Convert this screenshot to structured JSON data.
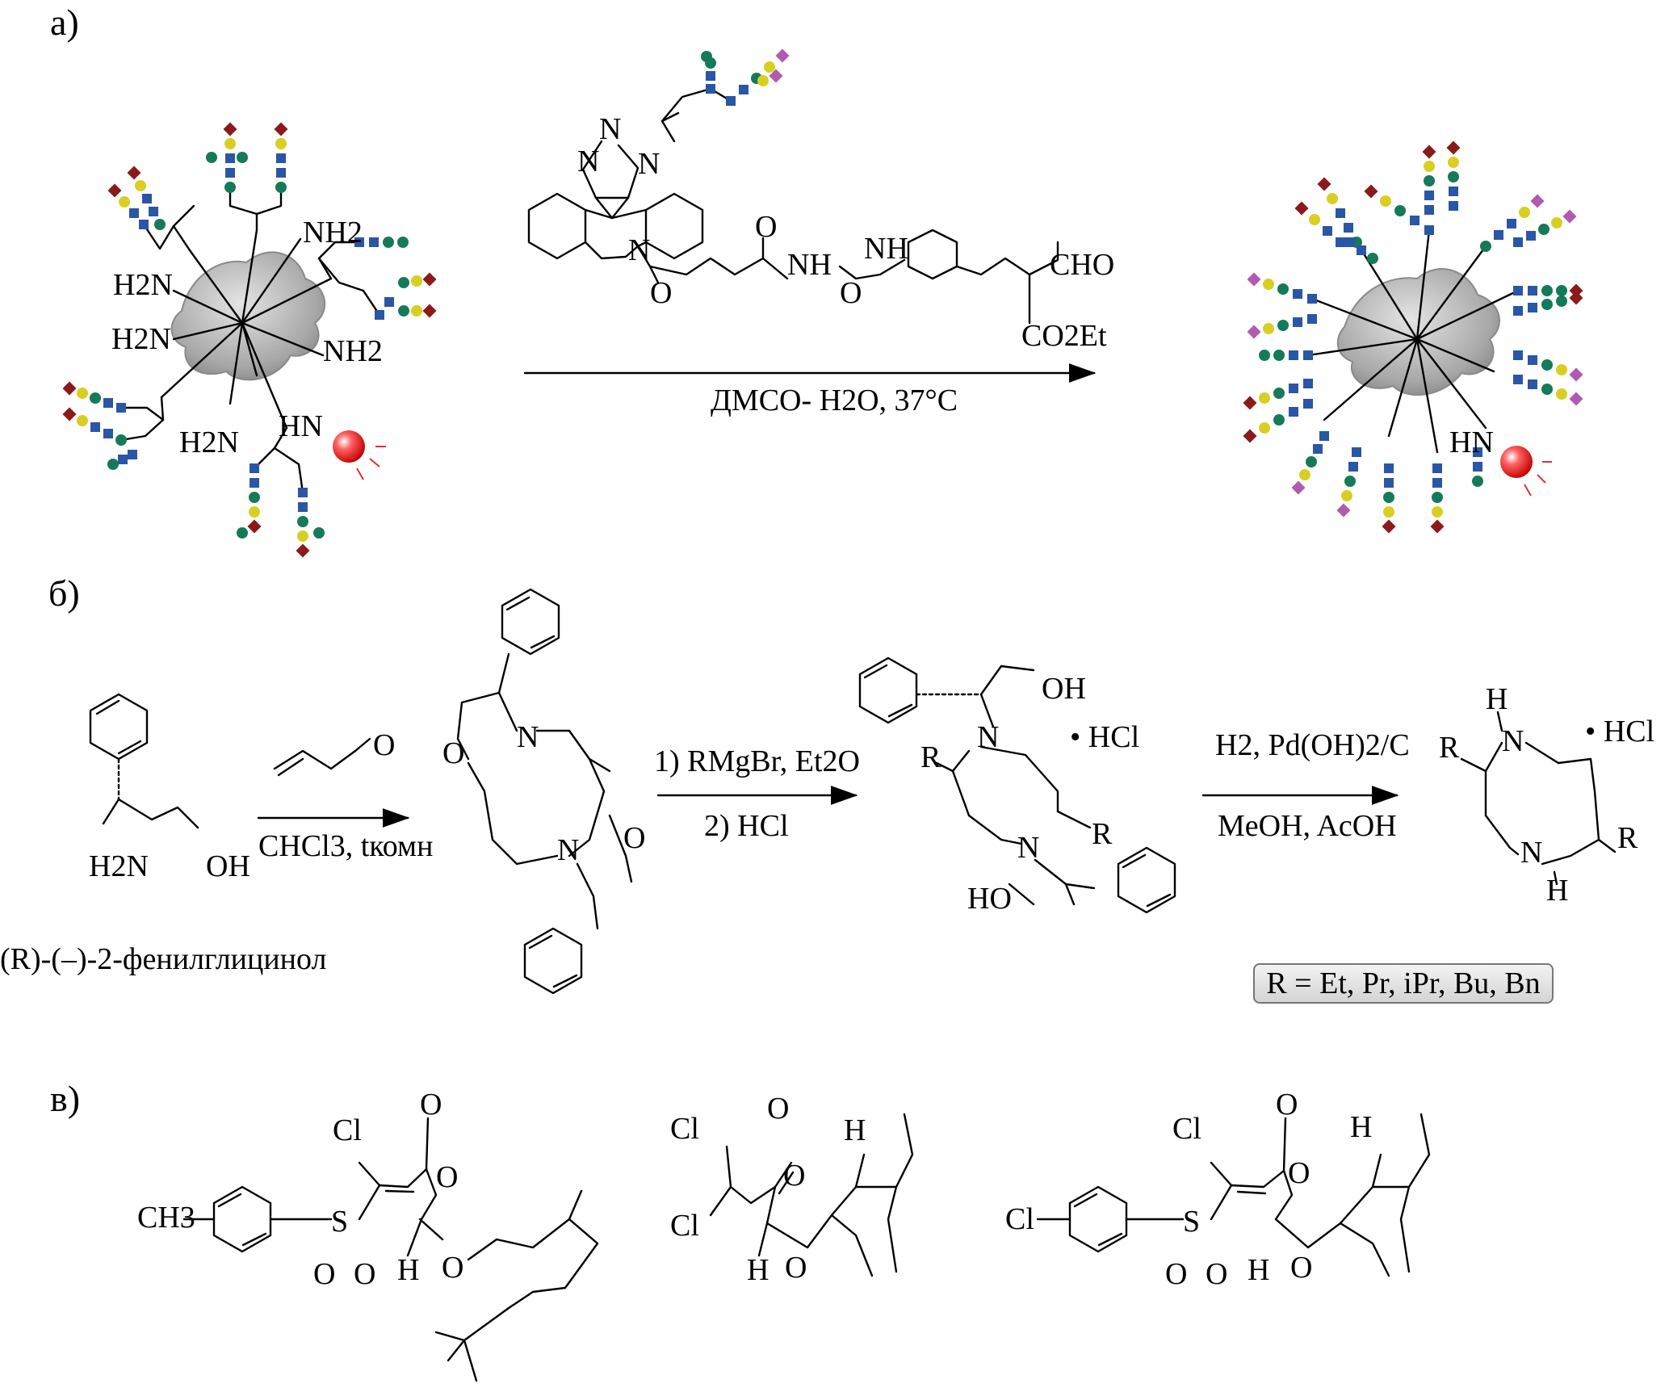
{
  "sections": {
    "a": "а)",
    "b": "б)",
    "c": "в)"
  },
  "scheme_a": {
    "reagent_labels": {
      "n1": "N",
      "n2": "N",
      "n3": "N",
      "n_amide": "N",
      "o_ketone": "O",
      "o_amide1": "O",
      "nh1": "NH",
      "o_amide2": "O",
      "nh2": "NH",
      "cho": "CHO",
      "co2et": "CO2Et"
    },
    "conditions": "ДМСО- H2O, 37°C",
    "amine_labels": [
      "NH2",
      "H2N",
      "H2N",
      "NH2",
      "H2N",
      "HN"
    ],
    "product_labels": [
      "HN"
    ],
    "colors": {
      "protein": "#aaaaaa",
      "glc_blue": "#2a56a6",
      "man_green": "#157a5a",
      "gal_yellow": "#d8cf22",
      "sia_red": "#8b1a1a",
      "sia_purple": "#b05ab0",
      "dye": "#e02020"
    }
  },
  "scheme_b": {
    "start_labels": {
      "h2n": "H2N",
      "oh": "OH"
    },
    "start_name": "(R)-(–)-2-фенилглицинол",
    "step1_top": "O",
    "step1_bottom": "CHCl3, tкомн",
    "intermediate_labels": {
      "o1": "O",
      "n1": "N",
      "n2": "N",
      "o2": "O"
    },
    "step2_top": "1) RMgBr,  Et2O",
    "step2_bottom": "2) HCl",
    "product2_labels": {
      "oh1": "OH",
      "n1": "N",
      "hcl": "• HCl",
      "r1": "R",
      "r2": "R",
      "n2": "N",
      "ho": "HO"
    },
    "step3_top": "H2, Pd(OH)2/C",
    "step3_bottom": "MeOH, AcOH",
    "product3_labels": {
      "h1": "H",
      "n1": "N",
      "hcl": "• HCl",
      "r1": "R",
      "r2": "R",
      "n2": "N",
      "h2": "H"
    },
    "r_groups": "R = Et, Pr, iPr, Bu, Bn"
  },
  "scheme_c": {
    "mol1": {
      "cl": "Cl",
      "o1": "O",
      "o2": "O",
      "ch3": "CH3",
      "s": "S",
      "o_s1": "O",
      "o_s2": "O",
      "h": "H",
      "o3": "O"
    },
    "mol2": {
      "cl1": "Cl",
      "o1": "O",
      "o2": "O",
      "cl2": "Cl",
      "h1": "H",
      "h2": "H",
      "o3": "O"
    },
    "mol3": {
      "cl": "Cl",
      "o1": "O",
      "o2": "O",
      "cl_aryl": "Cl",
      "s": "S",
      "o_s1": "O",
      "o_s2": "O",
      "h1": "H",
      "h2": "H",
      "o3": "O"
    }
  }
}
